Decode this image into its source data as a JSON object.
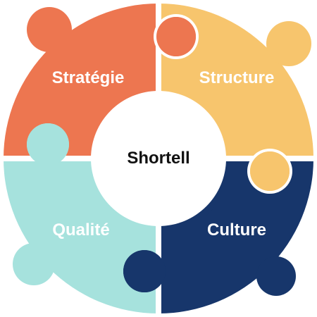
{
  "diagram": {
    "center": {
      "label": "Shortell",
      "color": "#ffffff"
    },
    "pieces": [
      {
        "id": "strategie",
        "label": "Stratégie",
        "color": "#ed7650"
      },
      {
        "id": "structure",
        "label": "Structure",
        "color": "#f7c56d"
      },
      {
        "id": "qualite",
        "label": "Qualité",
        "color": "#a6e2dd"
      },
      {
        "id": "culture",
        "label": "Culture",
        "color": "#17366b"
      }
    ]
  }
}
